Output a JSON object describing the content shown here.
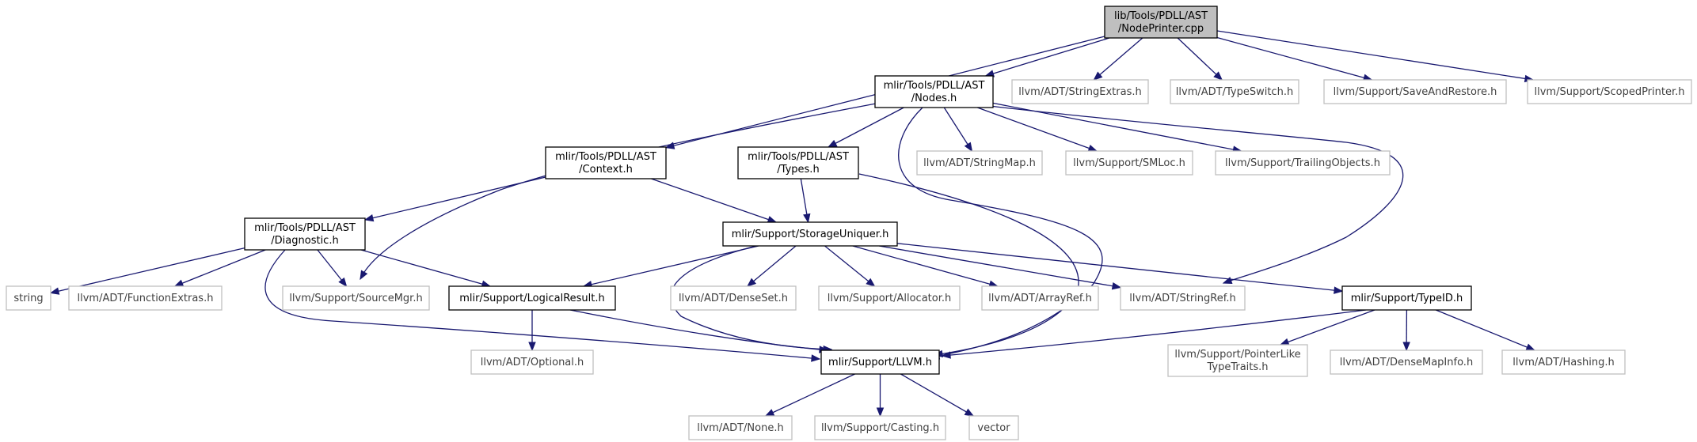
{
  "graph": {
    "nodes": {
      "root": {
        "lines": [
          "lib/Tools/PDLL/AST",
          "/NodePrinter.cpp"
        ],
        "style": "root"
      },
      "nodes_h": {
        "lines": [
          "mlir/Tools/PDLL/AST",
          "/Nodes.h"
        ],
        "style": "solid"
      },
      "strext": {
        "lines": [
          "llvm/ADT/StringExtras.h"
        ],
        "style": "gray"
      },
      "typeswitch": {
        "lines": [
          "llvm/ADT/TypeSwitch.h"
        ],
        "style": "gray"
      },
      "saverestore": {
        "lines": [
          "llvm/Support/SaveAndRestore.h"
        ],
        "style": "gray"
      },
      "scopedpr": {
        "lines": [
          "llvm/Support/ScopedPrinter.h"
        ],
        "style": "gray"
      },
      "context": {
        "lines": [
          "mlir/Tools/PDLL/AST",
          "/Context.h"
        ],
        "style": "solid"
      },
      "types": {
        "lines": [
          "mlir/Tools/PDLL/AST",
          "/Types.h"
        ],
        "style": "solid"
      },
      "strmap": {
        "lines": [
          "llvm/ADT/StringMap.h"
        ],
        "style": "gray"
      },
      "smloc": {
        "lines": [
          "llvm/Support/SMLoc.h"
        ],
        "style": "gray"
      },
      "trailing": {
        "lines": [
          "llvm/Support/TrailingObjects.h"
        ],
        "style": "gray"
      },
      "diag": {
        "lines": [
          "mlir/Tools/PDLL/AST",
          "/Diagnostic.h"
        ],
        "style": "solid"
      },
      "storage": {
        "lines": [
          "mlir/Support/StorageUniquer.h"
        ],
        "style": "solid"
      },
      "string": {
        "lines": [
          "string"
        ],
        "style": "gray"
      },
      "funcext": {
        "lines": [
          "llvm/ADT/FunctionExtras.h"
        ],
        "style": "gray"
      },
      "srcmgr": {
        "lines": [
          "llvm/Support/SourceMgr.h"
        ],
        "style": "gray"
      },
      "logres": {
        "lines": [
          "mlir/Support/LogicalResult.h"
        ],
        "style": "solid"
      },
      "denseset": {
        "lines": [
          "llvm/ADT/DenseSet.h"
        ],
        "style": "gray"
      },
      "allocator": {
        "lines": [
          "llvm/Support/Allocator.h"
        ],
        "style": "gray"
      },
      "arrayref": {
        "lines": [
          "llvm/ADT/ArrayRef.h"
        ],
        "style": "gray"
      },
      "stringref": {
        "lines": [
          "llvm/ADT/StringRef.h"
        ],
        "style": "gray"
      },
      "typeid": {
        "lines": [
          "mlir/Support/TypeID.h"
        ],
        "style": "solid"
      },
      "optional": {
        "lines": [
          "llvm/ADT/Optional.h"
        ],
        "style": "gray"
      },
      "llvmh": {
        "lines": [
          "mlir/Support/LLVM.h"
        ],
        "style": "solid"
      },
      "ptrlike": {
        "lines": [
          "llvm/Support/PointerLike",
          "TypeTraits.h"
        ],
        "style": "gray"
      },
      "densemap": {
        "lines": [
          "llvm/ADT/DenseMapInfo.h"
        ],
        "style": "gray"
      },
      "hashing": {
        "lines": [
          "llvm/ADT/Hashing.h"
        ],
        "style": "gray"
      },
      "none": {
        "lines": [
          "llvm/ADT/None.h"
        ],
        "style": "gray"
      },
      "casting": {
        "lines": [
          "llvm/Support/Casting.h"
        ],
        "style": "gray"
      },
      "vector": {
        "lines": [
          "vector"
        ],
        "style": "gray"
      }
    },
    "edges": [
      [
        "root",
        "nodes_h"
      ],
      [
        "root",
        "strext"
      ],
      [
        "root",
        "typeswitch"
      ],
      [
        "root",
        "saverestore"
      ],
      [
        "root",
        "scopedpr"
      ],
      [
        "root",
        "context"
      ],
      [
        "nodes_h",
        "types"
      ],
      [
        "nodes_h",
        "strmap"
      ],
      [
        "nodes_h",
        "smloc"
      ],
      [
        "nodes_h",
        "trailing"
      ],
      [
        "nodes_h",
        "srcmgr"
      ],
      [
        "nodes_h",
        "stringref"
      ],
      [
        "nodes_h",
        "llvmh"
      ],
      [
        "context",
        "diag"
      ],
      [
        "context",
        "storage"
      ],
      [
        "types",
        "storage"
      ],
      [
        "types",
        "llvmh"
      ],
      [
        "diag",
        "string"
      ],
      [
        "diag",
        "funcext"
      ],
      [
        "diag",
        "srcmgr"
      ],
      [
        "diag",
        "logres"
      ],
      [
        "diag",
        "llvmh"
      ],
      [
        "storage",
        "logres"
      ],
      [
        "storage",
        "denseset"
      ],
      [
        "storage",
        "allocator"
      ],
      [
        "storage",
        "arrayref"
      ],
      [
        "storage",
        "stringref"
      ],
      [
        "storage",
        "typeid"
      ],
      [
        "storage",
        "llvmh"
      ],
      [
        "logres",
        "optional"
      ],
      [
        "logres",
        "llvmh"
      ],
      [
        "typeid",
        "llvmh"
      ],
      [
        "typeid",
        "ptrlike"
      ],
      [
        "typeid",
        "densemap"
      ],
      [
        "typeid",
        "hashing"
      ],
      [
        "llvmh",
        "none"
      ],
      [
        "llvmh",
        "casting"
      ],
      [
        "llvmh",
        "vector"
      ]
    ]
  }
}
